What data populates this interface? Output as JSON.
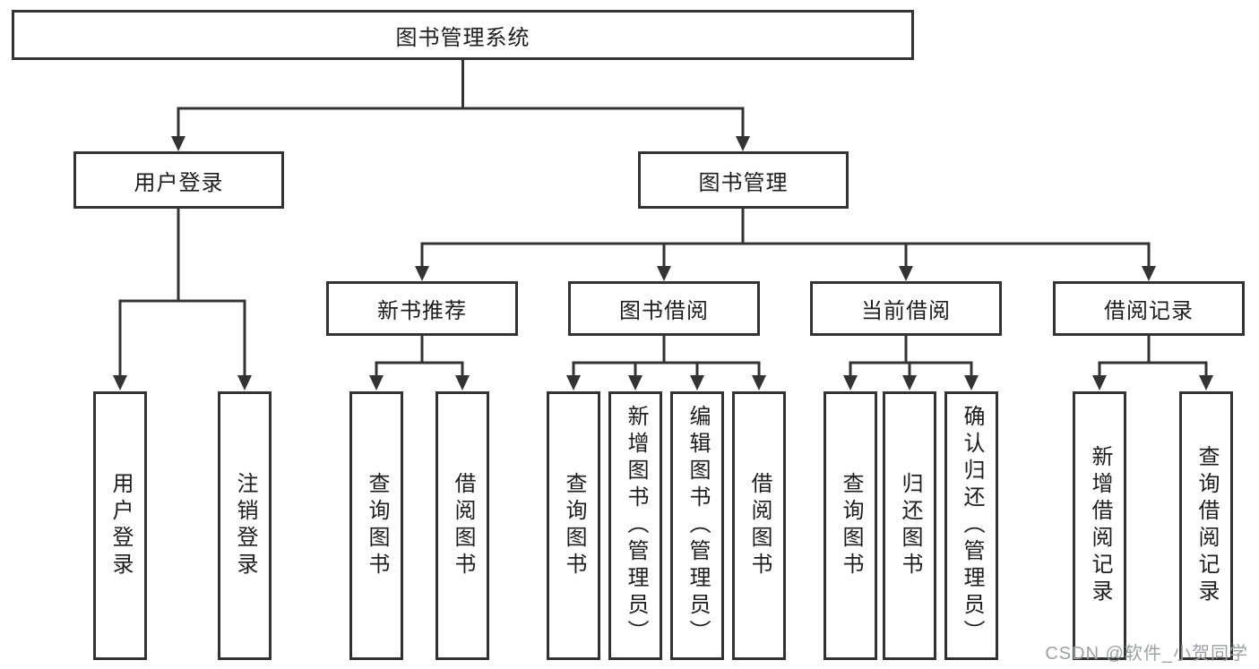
{
  "diagram": {
    "type": "tree-structure-diagram",
    "title": "图书管理系统",
    "watermark": "CSDN @软件_小贺同学",
    "colors": {
      "line": "#333333",
      "text": "#1d1d1d",
      "background": "#ffffff",
      "watermark": "#9da0a4"
    },
    "nodes": {
      "root": {
        "label": "图书管理系统"
      },
      "user_login": {
        "label": "用户登录"
      },
      "book_management": {
        "label": "图书管理"
      },
      "new_book_recommend": {
        "label": "新书推荐"
      },
      "book_borrow": {
        "label": "图书借阅"
      },
      "current_borrow": {
        "label": "当前借阅"
      },
      "borrow_record": {
        "label": "借阅记录"
      },
      "leaf_user_login": {
        "label": "用户登录"
      },
      "leaf_logout": {
        "label": "注销登录"
      },
      "leaf_query_book_1": {
        "label": "查询图书"
      },
      "leaf_borrow_book_1": {
        "label": "借阅图书"
      },
      "leaf_query_book_2": {
        "label": "查询图书"
      },
      "leaf_add_book_admin": {
        "label": "新增图书（管理员）"
      },
      "leaf_edit_book_admin": {
        "label": "编辑图书（管理员）"
      },
      "leaf_borrow_book_2": {
        "label": "借阅图书"
      },
      "leaf_query_book_3": {
        "label": "查询图书"
      },
      "leaf_return_book": {
        "label": "归还图书"
      },
      "leaf_confirm_return_admin": {
        "label": "确认归还（管理员）"
      },
      "leaf_add_borrow_record": {
        "label": "新增借阅记录"
      },
      "leaf_query_borrow_record": {
        "label": "查询借阅记录"
      }
    },
    "edges": [
      [
        "root",
        "user_login"
      ],
      [
        "root",
        "book_management"
      ],
      [
        "user_login",
        "leaf_user_login"
      ],
      [
        "user_login",
        "leaf_logout"
      ],
      [
        "book_management",
        "new_book_recommend"
      ],
      [
        "book_management",
        "book_borrow"
      ],
      [
        "book_management",
        "current_borrow"
      ],
      [
        "book_management",
        "borrow_record"
      ],
      [
        "new_book_recommend",
        "leaf_query_book_1"
      ],
      [
        "new_book_recommend",
        "leaf_borrow_book_1"
      ],
      [
        "book_borrow",
        "leaf_query_book_2"
      ],
      [
        "book_borrow",
        "leaf_add_book_admin"
      ],
      [
        "book_borrow",
        "leaf_edit_book_admin"
      ],
      [
        "book_borrow",
        "leaf_borrow_book_2"
      ],
      [
        "current_borrow",
        "leaf_query_book_3"
      ],
      [
        "current_borrow",
        "leaf_return_book"
      ],
      [
        "current_borrow",
        "leaf_confirm_return_admin"
      ],
      [
        "borrow_record",
        "leaf_add_borrow_record"
      ],
      [
        "borrow_record",
        "leaf_query_borrow_record"
      ]
    ]
  }
}
